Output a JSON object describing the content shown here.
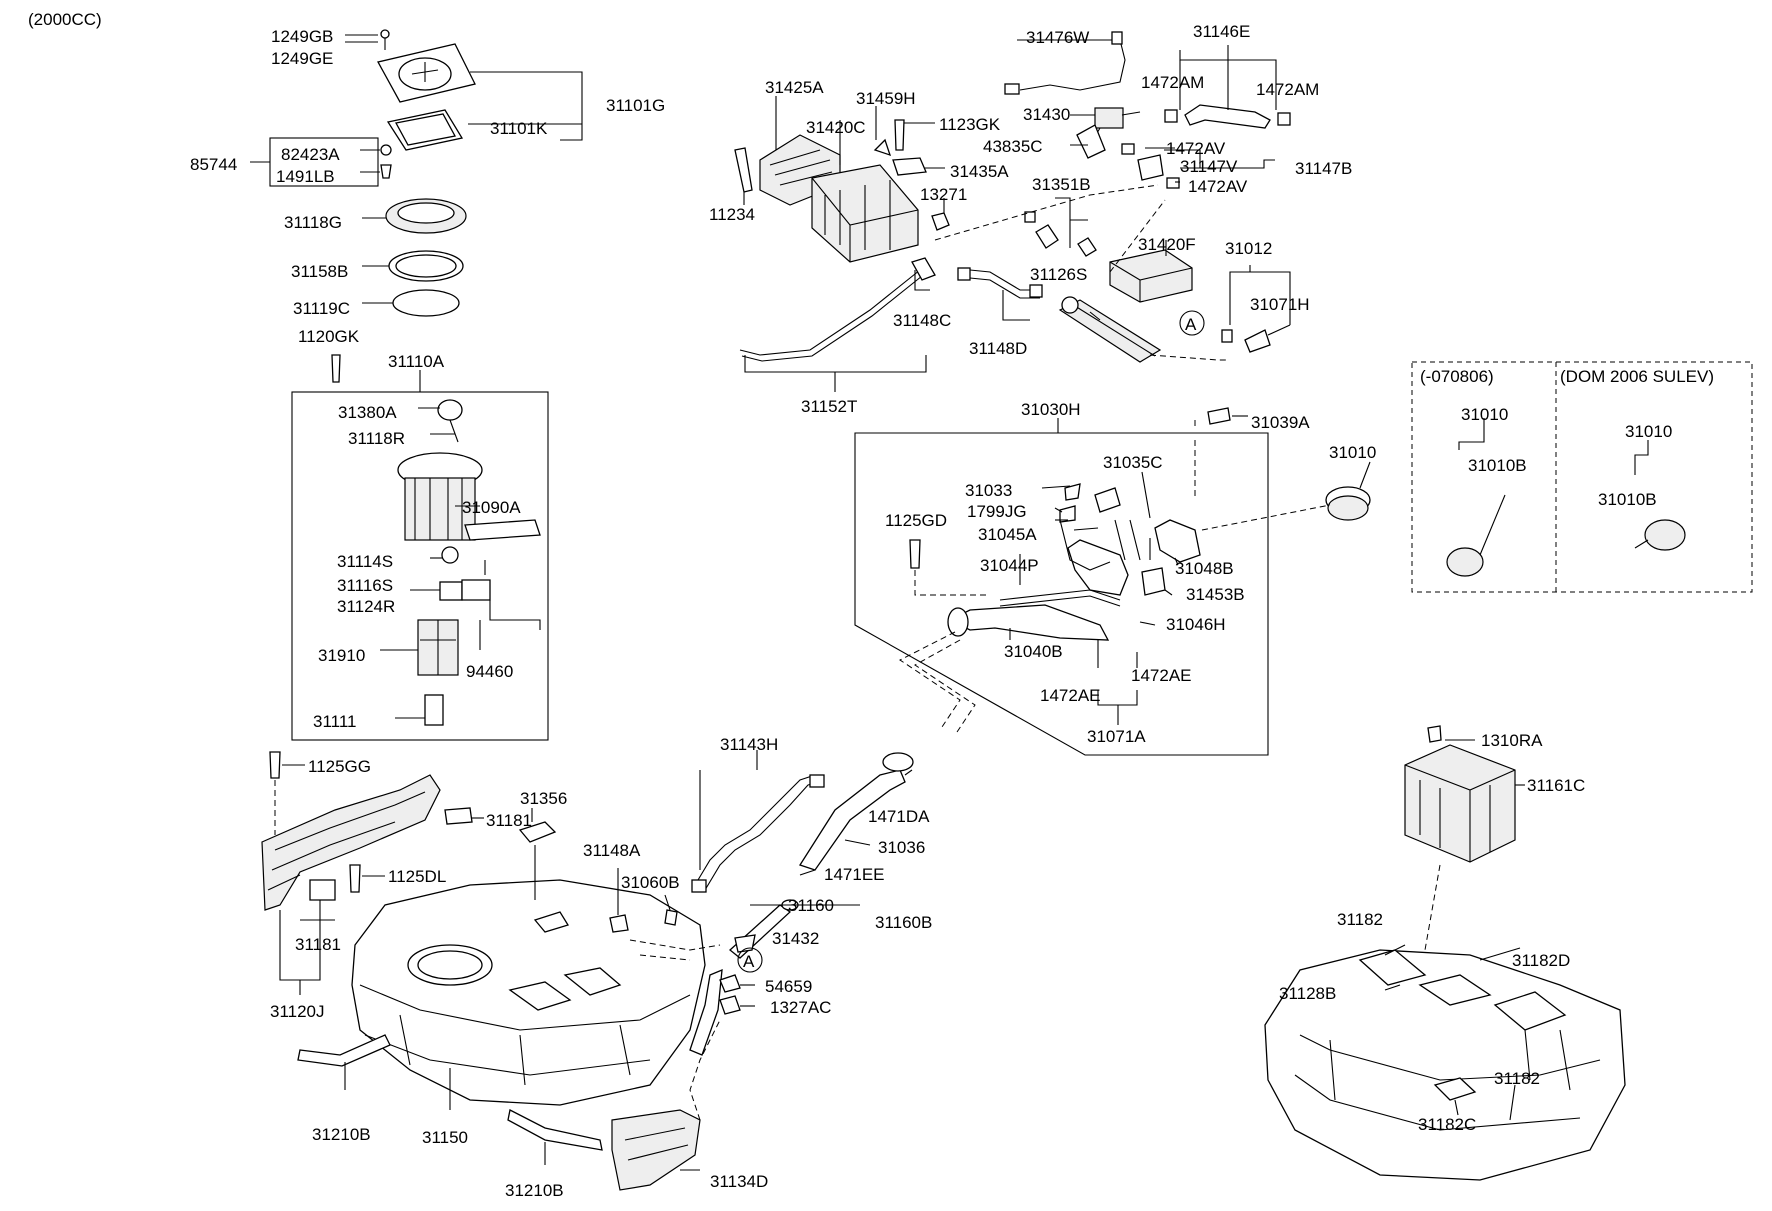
{
  "header": {
    "engine": "(2000CC)"
  },
  "panels": {
    "left_variant": "(-070806)",
    "right_variant": "(DOM 2006 SULEV)"
  },
  "callouts": [
    {
      "id": "c1249GB",
      "label": "1249GB"
    },
    {
      "id": "c1249GE",
      "label": "1249GE"
    },
    {
      "id": "c31101G",
      "label": "31101G"
    },
    {
      "id": "c31101K",
      "label": "31101K"
    },
    {
      "id": "c82423A",
      "label": "82423A"
    },
    {
      "id": "c85744",
      "label": "85744"
    },
    {
      "id": "c1491LB",
      "label": "1491LB"
    },
    {
      "id": "c31118G",
      "label": "31118G"
    },
    {
      "id": "c31158B",
      "label": "31158B"
    },
    {
      "id": "c31119C",
      "label": "31119C"
    },
    {
      "id": "c1120GK",
      "label": "1120GK"
    },
    {
      "id": "c31110A",
      "label": "31110A"
    },
    {
      "id": "c31380A",
      "label": "31380A"
    },
    {
      "id": "c31118R",
      "label": "31118R"
    },
    {
      "id": "c31090A",
      "label": "31090A"
    },
    {
      "id": "c31114S",
      "label": "31114S"
    },
    {
      "id": "c31116S",
      "label": "31116S"
    },
    {
      "id": "c31124R",
      "label": "31124R"
    },
    {
      "id": "c31910",
      "label": "31910"
    },
    {
      "id": "c94460",
      "label": "94460"
    },
    {
      "id": "c31111",
      "label": "31111"
    },
    {
      "id": "c31476W",
      "label": "31476W"
    },
    {
      "id": "c31146E",
      "label": "31146E"
    },
    {
      "id": "c1472AM_a",
      "label": "1472AM"
    },
    {
      "id": "c1472AM_b",
      "label": "1472AM"
    },
    {
      "id": "c31425A",
      "label": "31425A"
    },
    {
      "id": "c31459H",
      "label": "31459H"
    },
    {
      "id": "c31420C",
      "label": "31420C"
    },
    {
      "id": "c1123GK",
      "label": "1123GK"
    },
    {
      "id": "c31430",
      "label": "31430"
    },
    {
      "id": "c43835C",
      "label": "43835C"
    },
    {
      "id": "c1472AV_a",
      "label": "1472AV"
    },
    {
      "id": "c31147V",
      "label": "31147V"
    },
    {
      "id": "c31147B",
      "label": "31147B"
    },
    {
      "id": "c1472AV_b",
      "label": "1472AV"
    },
    {
      "id": "c31435A",
      "label": "31435A"
    },
    {
      "id": "c13271",
      "label": "13271"
    },
    {
      "id": "c31351B",
      "label": "31351B"
    },
    {
      "id": "c11234",
      "label": "11234"
    },
    {
      "id": "c31420F",
      "label": "31420F"
    },
    {
      "id": "c31012",
      "label": "31012"
    },
    {
      "id": "c31126S",
      "label": "31126S"
    },
    {
      "id": "c31071H",
      "label": "31071H"
    },
    {
      "id": "c31148C",
      "label": "31148C"
    },
    {
      "id": "c31148D",
      "label": "31148D"
    },
    {
      "id": "c31152T",
      "label": "31152T"
    },
    {
      "id": "c31030H",
      "label": "31030H"
    },
    {
      "id": "c31039A",
      "label": "31039A"
    },
    {
      "id": "c31010_main",
      "label": "31010"
    },
    {
      "id": "c31033",
      "label": "31033"
    },
    {
      "id": "c31035C",
      "label": "31035C"
    },
    {
      "id": "c1799JG",
      "label": "1799JG"
    },
    {
      "id": "c1125GD",
      "label": "1125GD"
    },
    {
      "id": "c31045A",
      "label": "31045A"
    },
    {
      "id": "c31048B",
      "label": "31048B"
    },
    {
      "id": "c31044P",
      "label": "31044P"
    },
    {
      "id": "c31453B",
      "label": "31453B"
    },
    {
      "id": "c31046H",
      "label": "31046H"
    },
    {
      "id": "c31040B",
      "label": "31040B"
    },
    {
      "id": "c1472AE_a",
      "label": "1472AE"
    },
    {
      "id": "c1472AE_b",
      "label": "1472AE"
    },
    {
      "id": "c31071A",
      "label": "31071A"
    },
    {
      "id": "c31010_p1",
      "label": "31010"
    },
    {
      "id": "c31010B_p1",
      "label": "31010B"
    },
    {
      "id": "c31010_p2",
      "label": "31010"
    },
    {
      "id": "c31010B_p2",
      "label": "31010B"
    },
    {
      "id": "c1125GG",
      "label": "1125GG"
    },
    {
      "id": "c31356",
      "label": "31356"
    },
    {
      "id": "c31181_a",
      "label": "31181"
    },
    {
      "id": "c31143H",
      "label": "31143H"
    },
    {
      "id": "c1471DA",
      "label": "1471DA"
    },
    {
      "id": "c31148A",
      "label": "31148A"
    },
    {
      "id": "c31036",
      "label": "31036"
    },
    {
      "id": "c1125DL",
      "label": "1125DL"
    },
    {
      "id": "c31060B",
      "label": "31060B"
    },
    {
      "id": "c1471EE",
      "label": "1471EE"
    },
    {
      "id": "c31160",
      "label": "31160"
    },
    {
      "id": "c31160B",
      "label": "31160B"
    },
    {
      "id": "c31432",
      "label": "31432"
    },
    {
      "id": "c31181_b",
      "label": "31181"
    },
    {
      "id": "c54659",
      "label": "54659"
    },
    {
      "id": "c1327AC",
      "label": "1327AC"
    },
    {
      "id": "c31120J",
      "label": "31120J"
    },
    {
      "id": "c31210B_a",
      "label": "31210B"
    },
    {
      "id": "c31150",
      "label": "31150"
    },
    {
      "id": "c31210B_b",
      "label": "31210B"
    },
    {
      "id": "c31134D",
      "label": "31134D"
    },
    {
      "id": "c1310RA",
      "label": "1310RA"
    },
    {
      "id": "c31161C",
      "label": "31161C"
    },
    {
      "id": "c31182_a",
      "label": "31182"
    },
    {
      "id": "c31182D",
      "label": "31182D"
    },
    {
      "id": "c31128B",
      "label": "31128B"
    },
    {
      "id": "c31182_b",
      "label": "31182"
    },
    {
      "id": "c31182C",
      "label": "31182C"
    }
  ],
  "markers": [
    {
      "id": "mA1",
      "label": "A"
    },
    {
      "id": "mA2",
      "label": "A"
    }
  ]
}
